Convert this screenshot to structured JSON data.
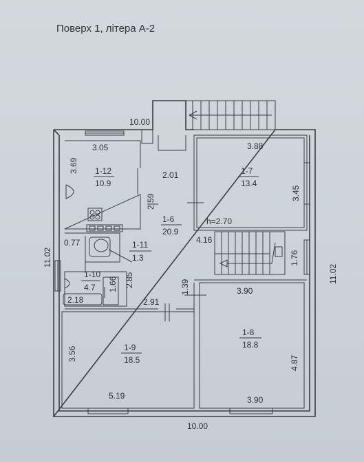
{
  "title": "Поверх 1,  літера А-2",
  "dimensions": {
    "top_width": "10.00",
    "bottom_width": "10.00",
    "left_height": "11.02",
    "right_height": "11.02",
    "room_1_12_width": "3.05",
    "room_1_12_height": "3.69",
    "room_1_7_width": "3.88",
    "room_1_7_height": "3.45",
    "corridor_top": "2.01",
    "corridor_vertical": "2.59",
    "ceiling_height": "h=2.70",
    "stair_width": "4.16",
    "stair_height": "1.76",
    "bath_left": "0.77",
    "bath_1_66": "1.66",
    "bath_2_85": "2.85",
    "bath_2_18": "2.18",
    "corridor_2_91": "2.91",
    "corridor_1_39": "1.39",
    "room_1_8_width_top": "3.90",
    "room_1_8_width_bottom": "3.90",
    "room_1_8_height": "4.87",
    "room_1_9_width": "5.19",
    "room_1_9_height": "3.56"
  },
  "rooms": {
    "r1_12": {
      "id": "1-12",
      "area": "10.9"
    },
    "r1_7": {
      "id": "1-7",
      "area": "13.4"
    },
    "r1_6": {
      "id": "1-6",
      "area": "20.9"
    },
    "r1_11": {
      "id": "1-11",
      "area": "1.3"
    },
    "r1_10": {
      "id": "1-10",
      "area": "4.7"
    },
    "r1_9": {
      "id": "1-9",
      "area": "18.5"
    },
    "r1_8": {
      "id": "1-8",
      "area": "18.8"
    }
  }
}
